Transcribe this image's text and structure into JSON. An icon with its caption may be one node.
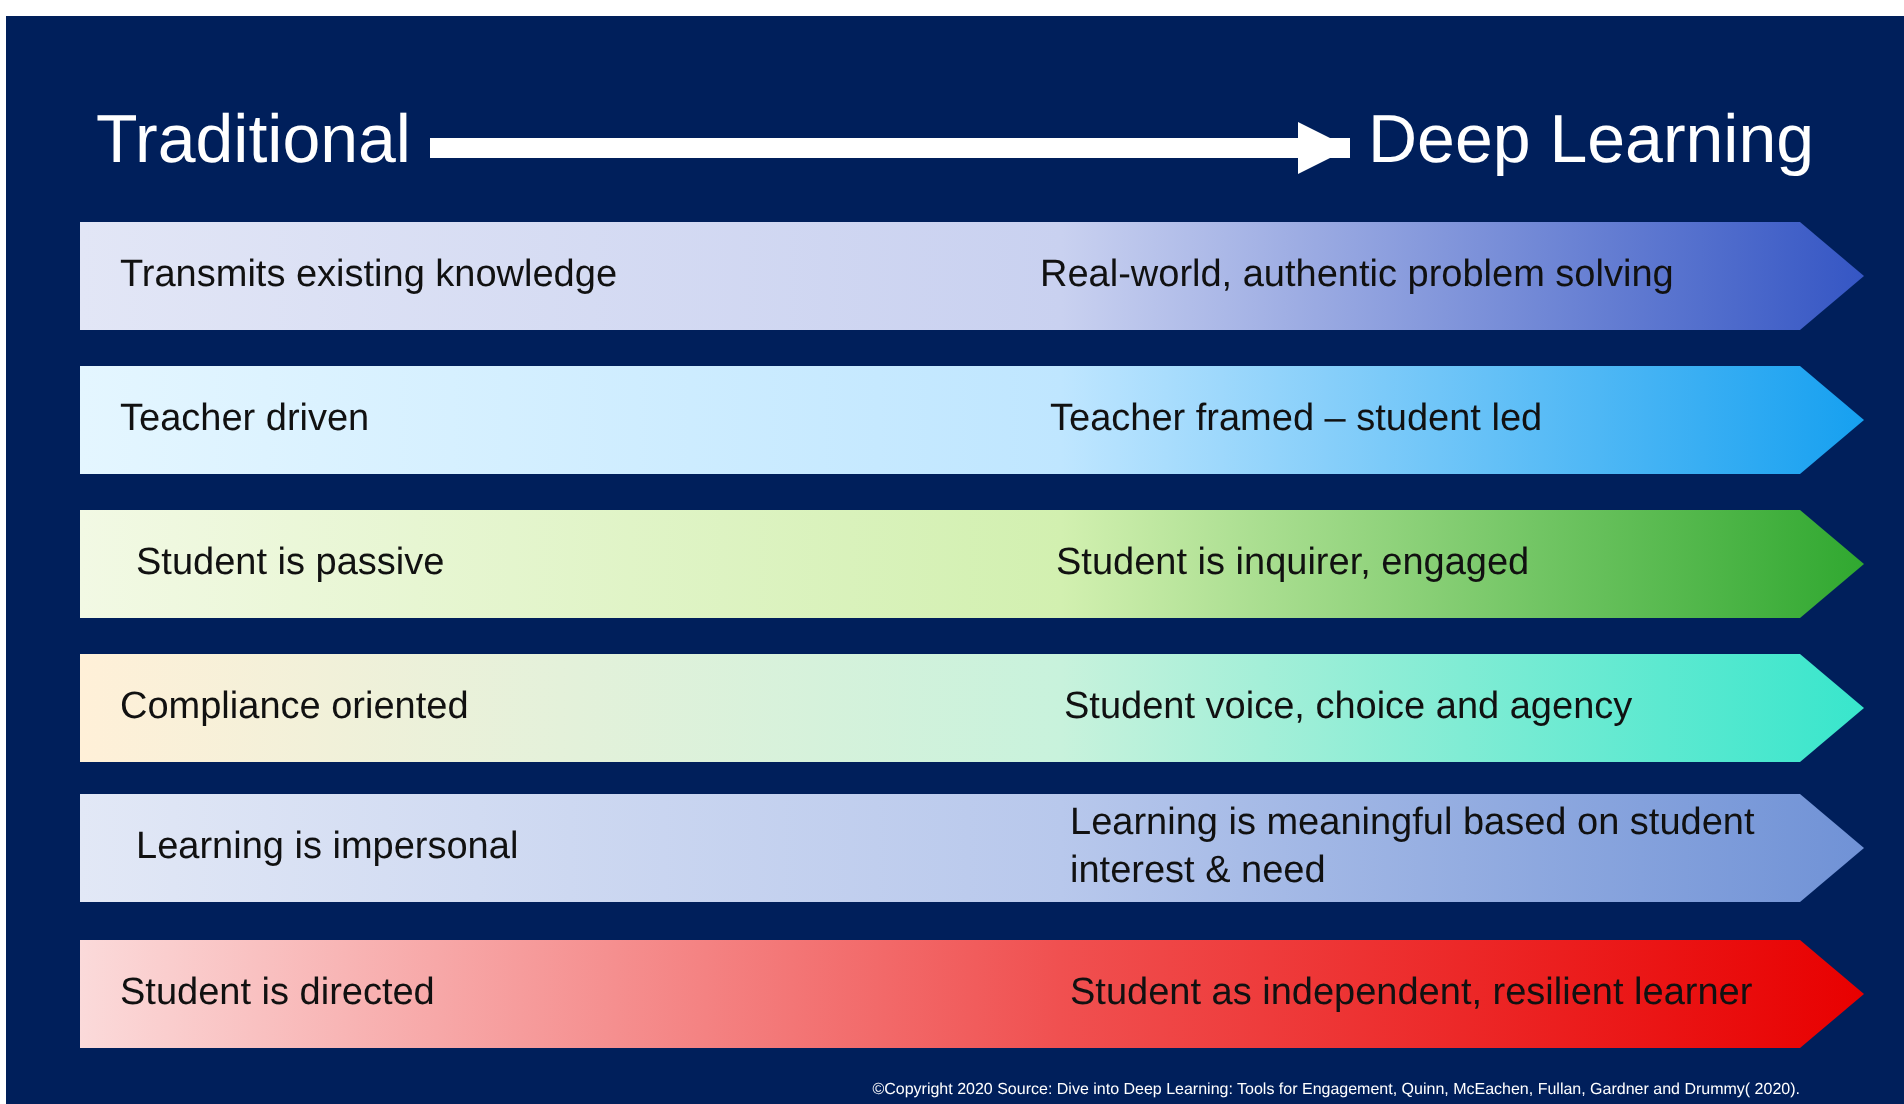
{
  "diagram": {
    "nodes": [
      {
        "text": [
          "Traditional"
        ]
      },
      {
        "text": [
          "Deep Learning"
        ]
      },
      {
        "text": [
          "Transmits existing knowledge",
          "Real-world, authentic problem solving"
        ]
      },
      {
        "text": [
          "Teacher driven",
          "Teacher framed – student led"
        ]
      },
      {
        "text": [
          "Student is passive",
          "Student is inquirer, engaged"
        ]
      },
      {
        "text": [
          "Compliance oriented",
          "Student voice, choice and agency"
        ]
      },
      {
        "text": [
          "Learning is impersonal",
          "Learning is meaningful based on student interest & need"
        ]
      },
      {
        "text": [
          "Student is directed",
          "Student as independent, resilient learner"
        ]
      }
    ],
    "edges": [
      {
        "from": 0,
        "to": 1,
        "arrow": "to"
      }
    ],
    "labels": [
      "©Copyright 2020 Source: Dive into Deep Learning: Tools for Engagement, Quinn, McEachen, Fullan, Gardner and Drummy( 2020)."
    ]
  }
}
